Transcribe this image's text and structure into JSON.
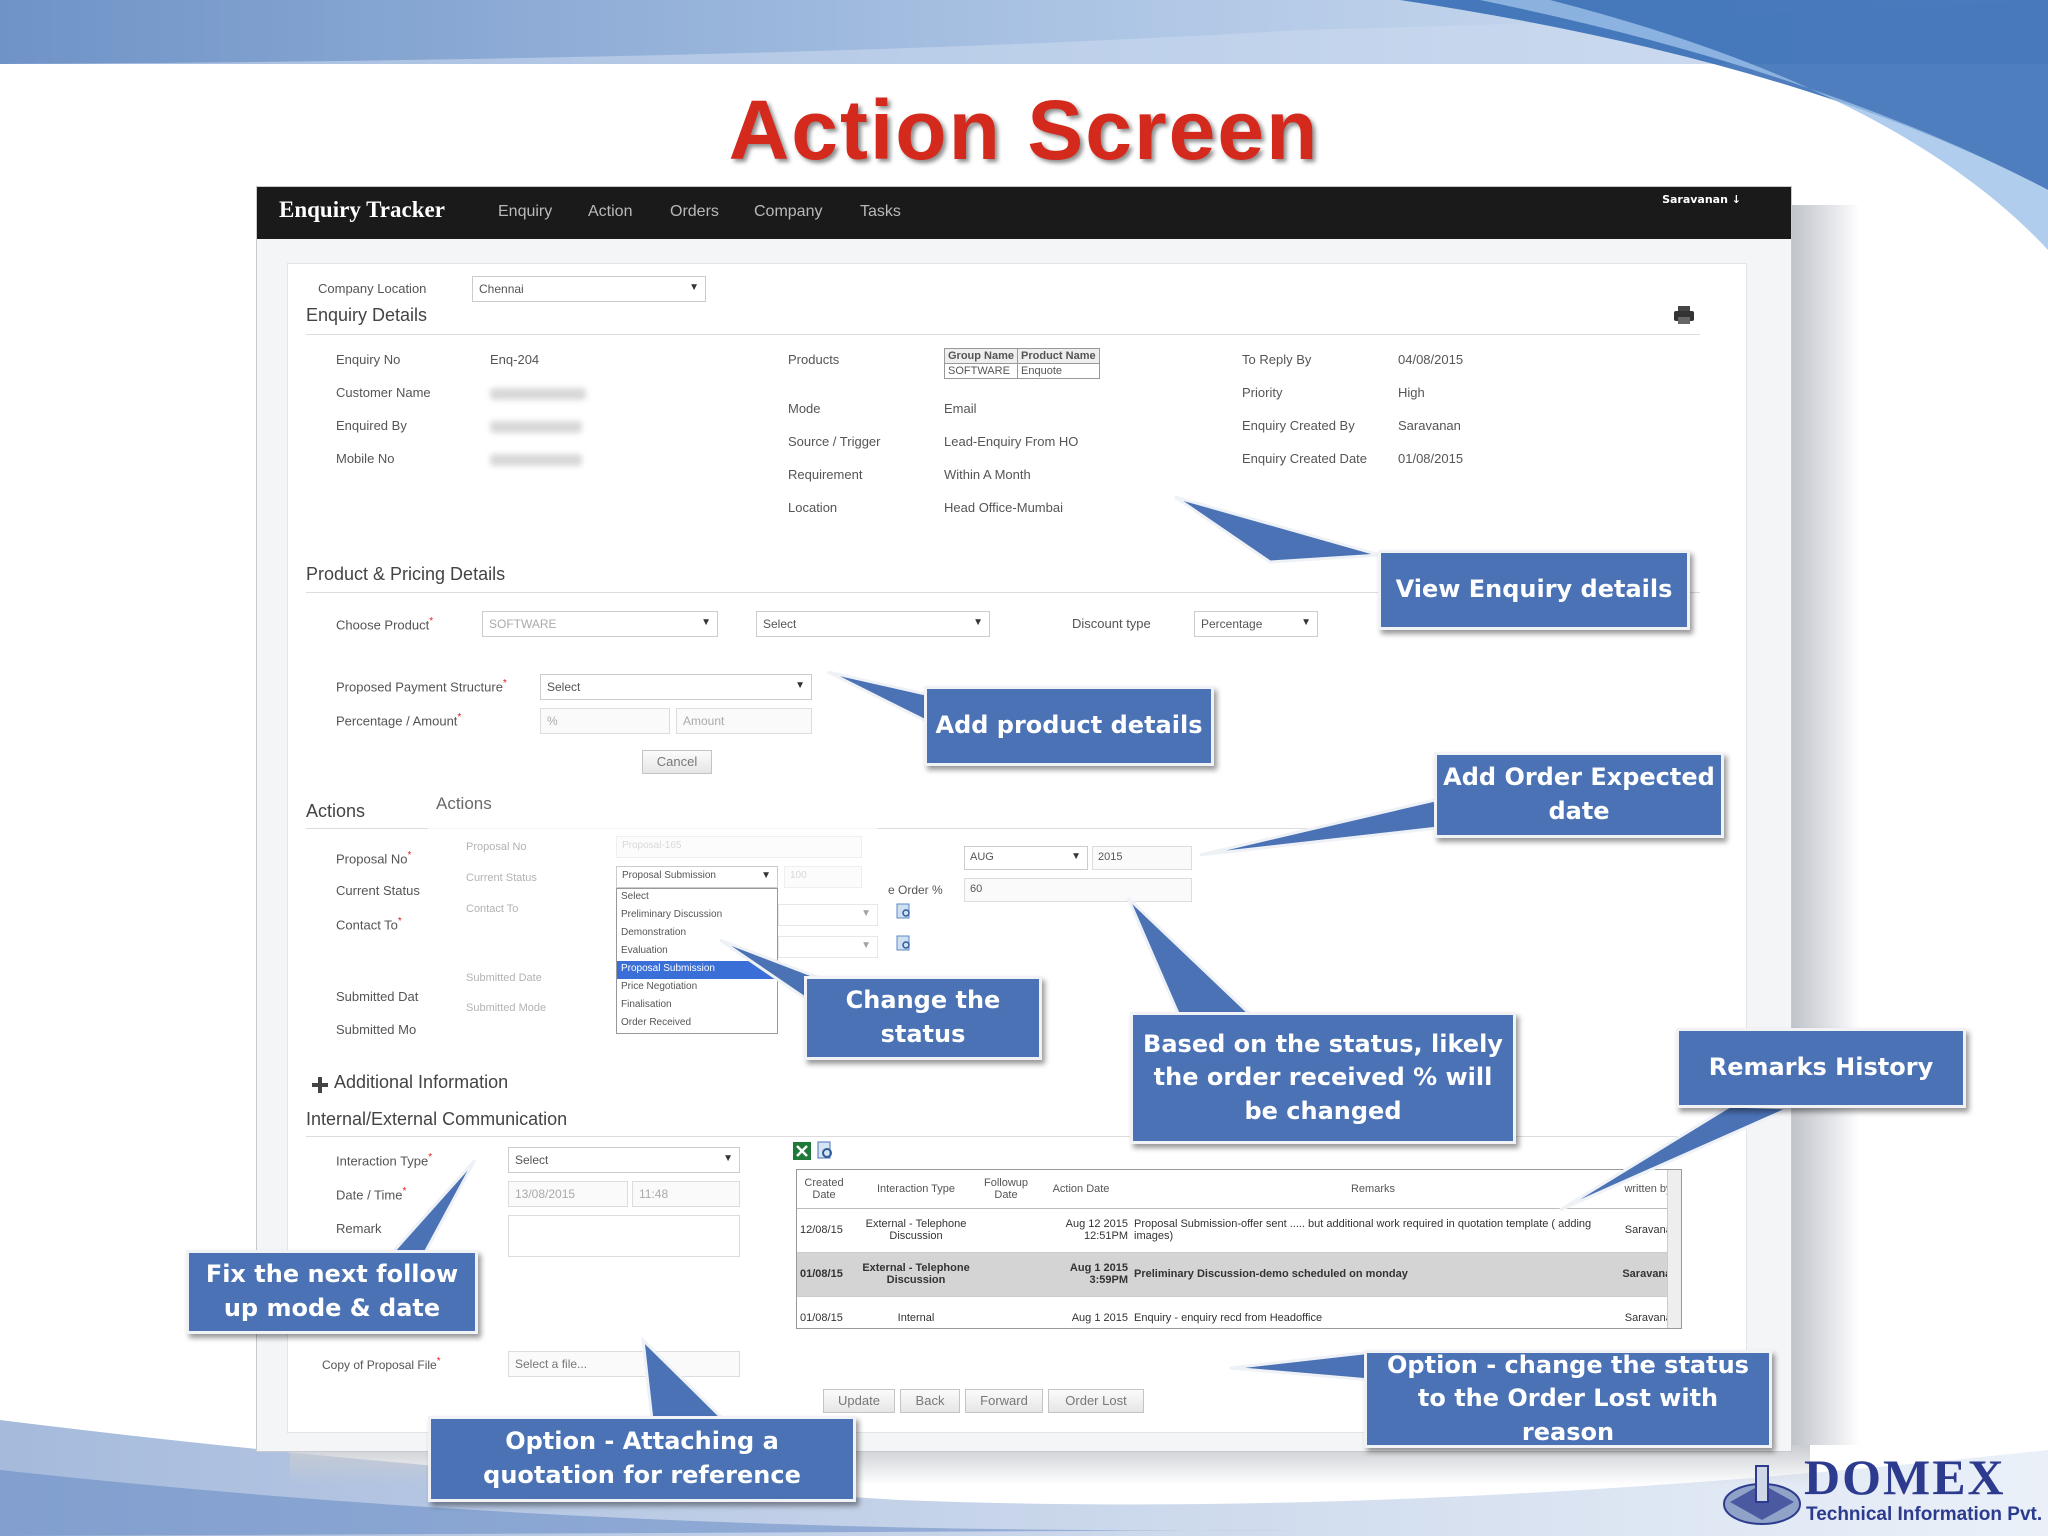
{
  "slide": {
    "title": "Action Screen"
  },
  "app": {
    "brand": "Enquiry Tracker",
    "nav": [
      "Enquiry",
      "Action",
      "Orders",
      "Company",
      "Tasks"
    ],
    "user": "Saravanan"
  },
  "company_location": {
    "label": "Company Location",
    "value": "Chennai"
  },
  "enquiry": {
    "section": "Enquiry Details",
    "left": [
      {
        "label": "Enquiry No",
        "value": "Enq-204"
      },
      {
        "label": "Customer Name",
        "value": ""
      },
      {
        "label": "Enquired By",
        "value": ""
      },
      {
        "label": "Mobile No",
        "value": ""
      }
    ],
    "products_label": "Products",
    "products_table": {
      "headers": [
        "Group Name",
        "Product Name"
      ],
      "row": [
        "SOFTWARE",
        "Enquote"
      ]
    },
    "middle": [
      {
        "label": "Mode",
        "value": "Email"
      },
      {
        "label": "Source / Trigger",
        "value": "Lead-Enquiry From HO"
      },
      {
        "label": "Requirement",
        "value": "Within A Month"
      },
      {
        "label": "Location",
        "value": "Head Office-Mumbai"
      }
    ],
    "right": [
      {
        "label": "To Reply By",
        "value": "04/08/2015"
      },
      {
        "label": "Priority",
        "value": "High"
      },
      {
        "label": "Enquiry Created By",
        "value": "Saravanan"
      },
      {
        "label": "Enquiry Created Date",
        "value": "01/08/2015"
      }
    ]
  },
  "pricing": {
    "section": "Product & Pricing Details",
    "choose_product": {
      "label": "Choose Product",
      "value": "SOFTWARE",
      "second": "Select"
    },
    "discount_type": {
      "label": "Discount type",
      "value": "Percentage"
    },
    "payment_structure": {
      "label": "Proposed Payment Structure",
      "value": "Select"
    },
    "percentage_amount": {
      "label": "Percentage / Amount",
      "pct_placeholder": "%",
      "amt_placeholder": "Amount"
    },
    "cancel": "Cancel"
  },
  "actions": {
    "section": "Actions",
    "overlay_title": "Actions",
    "left_labels": [
      "Proposal No",
      "Current Status",
      "Contact To",
      "Submitted Dat",
      "Submitted Mo"
    ],
    "overlay_labels": [
      "Proposal No",
      "Current Status",
      "Contact To",
      "Submitted Date",
      "Submitted Mode"
    ],
    "proposal_no": "Proposal-165",
    "current_status": "Proposal Submission",
    "status_pct": "100",
    "status_options": [
      "Select",
      "Preliminary Discussion",
      "Demonstration",
      "Evaluation",
      "Proposal Submission",
      "Price Negotiation",
      "Finalisation",
      "Order Received"
    ],
    "selected_index": 4,
    "expected_month": "AUG",
    "expected_year": "2015",
    "order_pct_label": "e Order %",
    "order_pct_value": "60"
  },
  "additional": {
    "label": "Additional Information"
  },
  "communication": {
    "section": "Internal/External Communication",
    "interaction_type": {
      "label": "Interaction Type",
      "value": "Select"
    },
    "date_time": {
      "label": "Date / Time",
      "date": "13/08/2015",
      "time": "11:48"
    },
    "remarks_label": "Remark",
    "file": {
      "label": "Copy of Proposal File",
      "placeholder": "Select a file..."
    }
  },
  "history": {
    "headers": [
      "Created Date",
      "Interaction Type",
      "Followup Date",
      "Action Date",
      "Remarks",
      "written by"
    ],
    "rows": [
      [
        "12/08/15",
        "External - Telephone Discussion",
        "",
        "Aug 12 2015 12:51PM",
        "Proposal Submission-offer sent ..... but additional work required in quotation template ( adding images)",
        "Saravanan"
      ],
      [
        "01/08/15",
        "External - Telephone Discussion",
        "",
        "Aug 1 2015 3:59PM",
        "Preliminary Discussion-demo scheduled on monday",
        "Saravanan"
      ],
      [
        "01/08/15",
        "Internal",
        "",
        "Aug 1 2015",
        "Enquiry - enquiry recd from Headoffice",
        "Saravanan"
      ]
    ]
  },
  "buttons": [
    "Update",
    "Back",
    "Forward",
    "Order Lost"
  ],
  "callouts": {
    "view_enquiry": "View Enquiry details",
    "add_product": "Add product details",
    "order_expected": "Add Order Expected date",
    "change_status": "Change the status",
    "based_on_status": "Based on the status, likely the order received % will be changed",
    "remarks_history": "Remarks History",
    "fix_followup": "Fix the next follow up mode & date",
    "attach_quotation": "Option - Attaching a quotation for reference",
    "order_lost": "Option -  change the status to the Order Lost with reason"
  },
  "logo": {
    "name": "DOMEX",
    "subtitle": "Technical Information Pvt. Ltd."
  },
  "colors": {
    "title_red": "#d42a1e",
    "callout_blue": "#4a72b5",
    "navbar": "#1a1a1a",
    "logo_navy": "#2d3b8e"
  }
}
